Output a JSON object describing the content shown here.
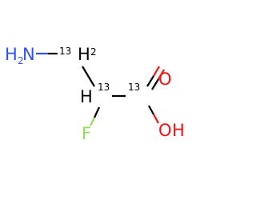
{
  "molecule": {
    "colors": {
      "bond": "#000000",
      "nitrogen": "#3050F8",
      "oxygen": "#FF0D0D",
      "fluorine": "#90E050",
      "carbon": "#000000"
    },
    "atoms": {
      "amine": {
        "symbol": "H",
        "sub": "2",
        "element": "N"
      },
      "c3": {
        "isotope": "13",
        "hydrogen": "H",
        "hydrogen_count": "2"
      },
      "c2": {
        "isotope": "13",
        "hydrogen": "H"
      },
      "c1": {
        "isotope": "13"
      },
      "fluorine": {
        "symbol": "F"
      },
      "carbonyl_oxygen": {
        "symbol": "O"
      },
      "hydroxyl": {
        "oxygen": "O",
        "hydrogen": "H"
      }
    }
  }
}
